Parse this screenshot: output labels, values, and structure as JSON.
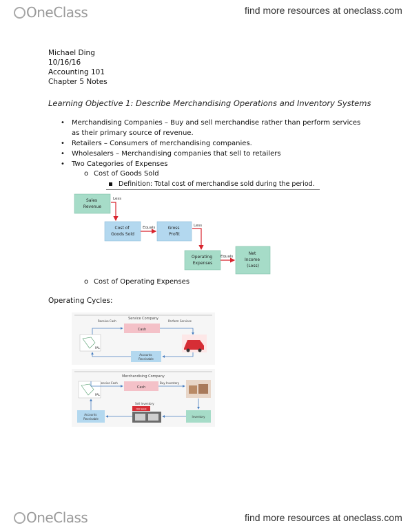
{
  "brand": {
    "logo_text": "OneClass",
    "tagline": "find more resources at oneclass.com"
  },
  "header": {
    "author": "Michael Ding",
    "date": "10/16/16",
    "course": "Accounting 101",
    "chapter": "Chapter 5 Notes"
  },
  "learning_objective": "Learning Objective 1: Describe Merchandising Operations and Inventory Systems",
  "bullets": [
    "Merchandising Companies – Buy and sell merchandise rather than perform services as their primary source of revenue.",
    "Retailers – Consumers of merchandising companies.",
    "Wholesalers – Merchandising companies that sell to retailers",
    "Two Categories of Expenses"
  ],
  "sub_marker": "o",
  "sub_items": {
    "cogs": "Cost of Goods Sold",
    "opex": "Cost of Operating Expenses"
  },
  "definition": "Definition: Total cost of merchandise sold during the period.",
  "flow_diagram": {
    "sales_revenue": [
      "Sales",
      "Revenue"
    ],
    "cogs": [
      "Cost of",
      "Goods Sold"
    ],
    "gross_profit": [
      "Gross",
      "Profit"
    ],
    "operating_expenses": [
      "Operating",
      "Expenses"
    ],
    "net_income": [
      "Net",
      "Income",
      "(Loss)"
    ],
    "less": "Less",
    "equals": "Equals",
    "colors": {
      "green": "#a6dcc8",
      "blue": "#b3d8ef",
      "arrow": "#d8252e"
    }
  },
  "operating_cycles_title": "Operating Cycles:",
  "service_cycle": {
    "title": "Service Company",
    "cash": "Cash",
    "receive_cash": "Receive Cash",
    "perform_services": "Perform Services",
    "ar": [
      "Accounts",
      "Receivable"
    ],
    "pal": "PAL"
  },
  "merch_cycle": {
    "title": "Merchandising Company",
    "cash": "Cash",
    "receive_cash": "Receive Cash",
    "buy_inventory": "Buy Inventory",
    "sell_inventory": "Sell Inventory",
    "sale_tag": "ON SALE",
    "inventory": "Inventory",
    "ar": [
      "Accounts",
      "Receivable"
    ],
    "pal": "PAL"
  }
}
